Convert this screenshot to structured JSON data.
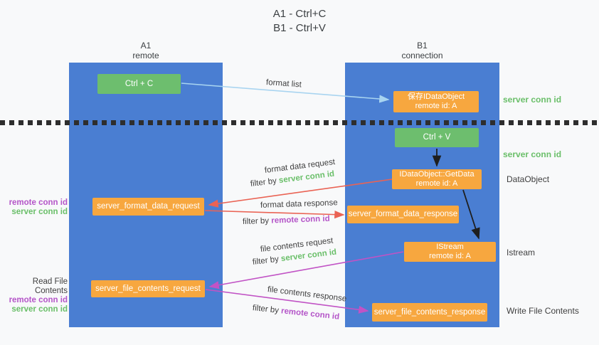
{
  "title": {
    "line1": "A1 - Ctrl+C",
    "line2": "B1 - Ctrl+V"
  },
  "columns": {
    "left": {
      "name": "A1",
      "subtitle": "remote"
    },
    "right": {
      "name": "B1",
      "subtitle": "connection"
    }
  },
  "nodes": {
    "ctrl_c": {
      "label": "Ctrl + C"
    },
    "save_idataobject": {
      "line1": "保存IDataObject",
      "line2": "remote id: A"
    },
    "ctrl_v": {
      "label": "Ctrl + V"
    },
    "getdata": {
      "line1": "IDataObject::GetData",
      "line2": "remote id: A"
    },
    "format_request": {
      "label": "server_format_data_request"
    },
    "format_response": {
      "label": "server_format_data_response"
    },
    "istream": {
      "line1": "IStream",
      "line2": "remote id: A"
    },
    "file_request": {
      "label": "server_file_contents_request"
    },
    "file_response": {
      "label": "server_file_contents_response"
    }
  },
  "side_labels": {
    "server_conn_id_top": "server conn id",
    "server_conn_id_mid": "server conn id",
    "dataobject": "DataObject",
    "istream": "Istream",
    "write_file_contents": "Write File Contents",
    "read_file_contents": "Read File Contents",
    "remote_conn_id_1": "remote conn id",
    "server_conn_id_1": "server conn id",
    "remote_conn_id_2": "remote conn id",
    "server_conn_id_2": "server conn id"
  },
  "arrow_labels": {
    "format_list": "format list",
    "format_data_request": "format data request",
    "format_data_response": "format data response",
    "file_contents_request": "file contents request",
    "file_contents_response": "file contents response",
    "filter_by": "filter by",
    "server_conn_id": "server conn id",
    "remote_conn_id": "remote conn id"
  },
  "colors": {
    "column_blue": "#4a7ed2",
    "node_green": "#6dbe6e",
    "node_orange": "#f7a73f",
    "green_text": "#6abf69",
    "purple_text": "#b455c8",
    "red_arrow": "#ea6354",
    "magenta_arrow": "#c153c5",
    "light_blue_arrow": "#a8d4f0",
    "dark_text": "#3f3f3f",
    "background": "#f8f9fa"
  }
}
